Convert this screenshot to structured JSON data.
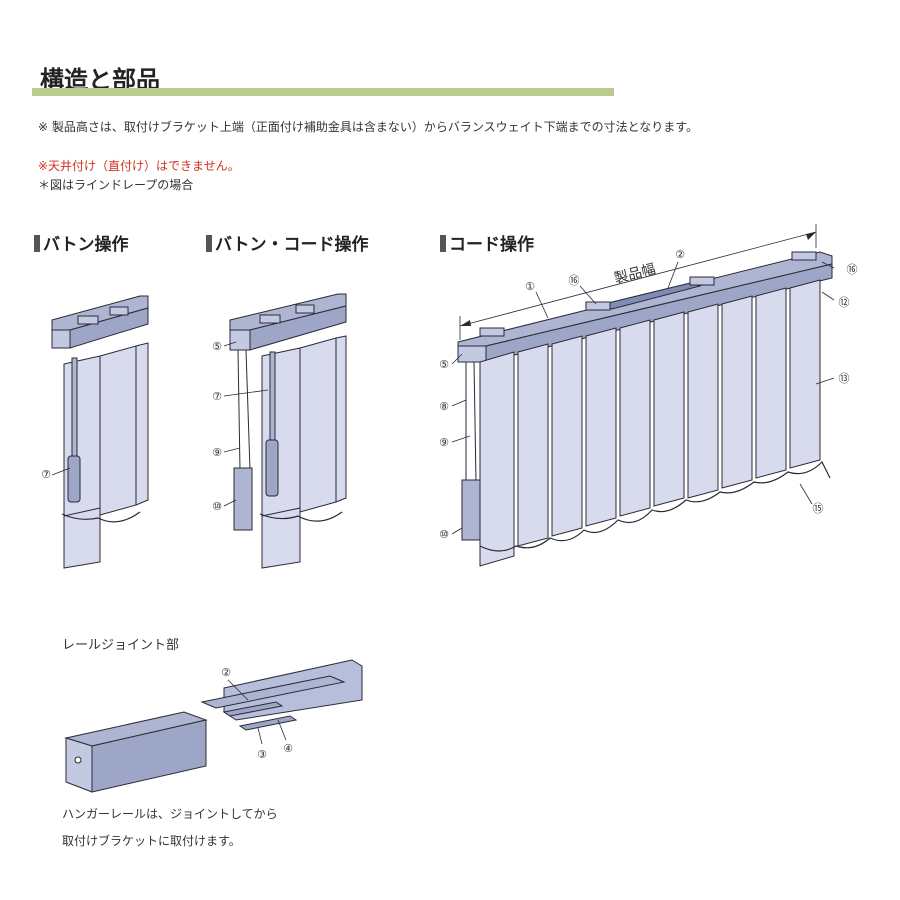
{
  "title": "構造と部品",
  "notes": {
    "height_note": "※ 製品高さは、取付けブラケット上端（正面付け補助金具は含まない）からバランスウェイト下端までの寸法となります。",
    "ceiling_warning": "※天井付け（直付け）はできません。",
    "figure_note": "＊図はラインドレープの場合"
  },
  "sections": {
    "baton": "バトン操作",
    "baton_cord": "バトン・コード操作",
    "cord": "コード操作"
  },
  "dimension_label": "製品幅",
  "callouts": {
    "baton": [
      "⑦"
    ],
    "baton_cord": [
      "⑤",
      "⑦",
      "⑨",
      "⑩"
    ],
    "cord": [
      "①",
      "②",
      "⑯",
      "⑯",
      "⑫",
      "⑤",
      "⑧",
      "⑨",
      "⑩",
      "⑬",
      "⑮"
    ],
    "joint": [
      "②",
      "③",
      "④"
    ]
  },
  "joint": {
    "title": "レールジョイント部",
    "caption_line1": "ハンガーレールは、ジョイントしてから",
    "caption_line2": "取付けブラケットに取付けます。"
  },
  "colors": {
    "accent_bar": "#b8cc92",
    "warning_text": "#d42f1f",
    "slat_fill": "#d8dbee",
    "rail_fill": "#aeb5d3",
    "line": "#2a2a35"
  }
}
